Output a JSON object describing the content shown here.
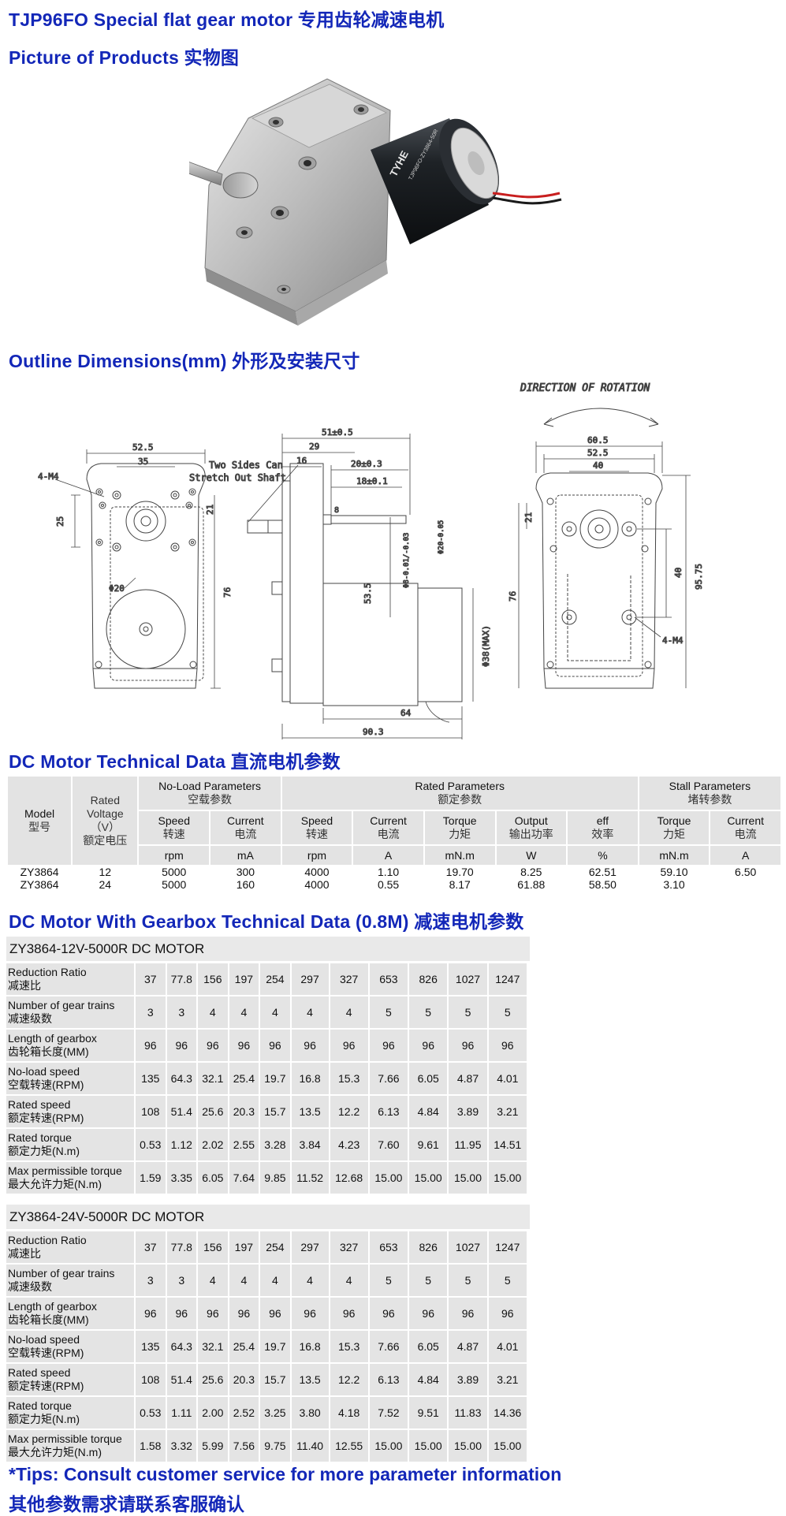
{
  "headings": {
    "title": "TJP96FO Special flat gear motor 专用齿轮减速电机",
    "picture": "Picture of Products 实物图",
    "outline": "Outline Dimensions(mm) 外形及安装尺寸",
    "dc_data": "DC Motor Technical Data 直流电机参数",
    "gear_data": "DC Motor With Gearbox Technical Data (0.8M) 减速电机参数"
  },
  "drawing": {
    "direction_label": "DIRECTION OF ROTATION",
    "note_line1": "Two Sides Can",
    "note_line2": "Stretch Out Shaft",
    "dims": {
      "d52_5": "52.5",
      "d35": "35",
      "d4m4": "4-M4",
      "d25": "25",
      "d21": "21",
      "d76": "76",
      "d20dia": "Φ20",
      "d51_5": "51±0.5",
      "d29": "29",
      "d16": "16",
      "d20_3": "20±0.3",
      "d18_1": "18±0.1",
      "d8": "8",
      "d53_5": "53.5",
      "d8dia": "Φ8-0.01/-0.03",
      "d20dia2": "Φ20-0.05",
      "d38max": "Φ38(MAX)",
      "d64": "64",
      "d90_3": "90.3",
      "d60_5": "60.5",
      "d52_5b": "52.5",
      "d40": "40",
      "d21b": "21",
      "d76b": "76",
      "d40v": "40",
      "d95_75": "95.75",
      "d4m4b": "4-M4"
    }
  },
  "dc_table": {
    "model": "Model",
    "model_cn": "型号",
    "rated_voltage": "Rated",
    "rated_voltage2": "Voltage",
    "rated_voltage3": "（V）",
    "rated_voltage_cn": "额定电压",
    "noload": "No-Load Parameters",
    "noload_cn": "空载参数",
    "rated": "Rated Parameters",
    "rated_cn": "额定参数",
    "stall": "Stall Parameters",
    "stall_cn": "堵转参数",
    "cols": [
      {
        "en": "Speed",
        "cn": "转速",
        "unit": "rpm"
      },
      {
        "en": "Current",
        "cn": "电流",
        "unit": "mA"
      },
      {
        "en": "Speed",
        "cn": "转速",
        "unit": "rpm"
      },
      {
        "en": "Current",
        "cn": "电流",
        "unit": "A"
      },
      {
        "en": "Torque",
        "cn": "力矩",
        "unit": "mN.m"
      },
      {
        "en": "Output",
        "cn": "输出功率",
        "unit": "W"
      },
      {
        "en": "eff",
        "cn": "效率",
        "unit": "%"
      },
      {
        "en": "Torque",
        "cn": "力矩",
        "unit": "mN.m"
      },
      {
        "en": "Current",
        "cn": "电流",
        "unit": "A"
      }
    ],
    "rows": [
      [
        "ZY3864",
        "12",
        "5000",
        "300",
        "4000",
        "1.10",
        "19.70",
        "8.25",
        "62.51",
        "59.10",
        "6.50"
      ],
      [
        "ZY3864",
        "24",
        "5000",
        "160",
        "4000",
        "0.55",
        "8.17",
        "61.88",
        "58.50",
        "3.10"
      ]
    ]
  },
  "gear_tables": [
    {
      "caption": "ZY3864-12V-5000R DC MOTOR",
      "rows": [
        {
          "en": "Reduction Ratio",
          "cn": "减速比",
          "values": [
            "37",
            "77.8",
            "156",
            "197",
            "254",
            "297",
            "327",
            "653",
            "826",
            "1027",
            "1247"
          ]
        },
        {
          "en": "Number of gear trains",
          "cn": "减速级数",
          "values": [
            "3",
            "3",
            "4",
            "4",
            "4",
            "4",
            "4",
            "5",
            "5",
            "5",
            "5"
          ]
        },
        {
          "en": "Length of gearbox",
          "cn": "齿轮箱长度(MM)",
          "values": [
            "96",
            "96",
            "96",
            "96",
            "96",
            "96",
            "96",
            "96",
            "96",
            "96",
            "96"
          ]
        },
        {
          "en": "No-load speed",
          "cn": "空载转速(RPM)",
          "values": [
            "135",
            "64.3",
            "32.1",
            "25.4",
            "19.7",
            "16.8",
            "15.3",
            "7.66",
            "6.05",
            "4.87",
            "4.01"
          ]
        },
        {
          "en": "Rated speed",
          "cn": "额定转速(RPM)",
          "values": [
            "108",
            "51.4",
            "25.6",
            "20.3",
            "15.7",
            "13.5",
            "12.2",
            "6.13",
            "4.84",
            "3.89",
            "3.21"
          ]
        },
        {
          "en": "Rated torque",
          "cn": "额定力矩(N.m)",
          "values": [
            "0.53",
            "1.12",
            "2.02",
            "2.55",
            "3.28",
            "3.84",
            "4.23",
            "7.60",
            "9.61",
            "11.95",
            "14.51"
          ]
        },
        {
          "en": "Max permissible torque",
          "cn": "最大允许力矩(N.m)",
          "values": [
            "1.59",
            "3.35",
            "6.05",
            "7.64",
            "9.85",
            "11.52",
            "12.68",
            "15.00",
            "15.00",
            "15.00",
            "15.00"
          ]
        }
      ]
    },
    {
      "caption": "ZY3864-24V-5000R DC MOTOR",
      "rows": [
        {
          "en": "Reduction Ratio",
          "cn": "减速比",
          "values": [
            "37",
            "77.8",
            "156",
            "197",
            "254",
            "297",
            "327",
            "653",
            "826",
            "1027",
            "1247"
          ]
        },
        {
          "en": "Number of gear trains",
          "cn": "减速级数",
          "values": [
            "3",
            "3",
            "4",
            "4",
            "4",
            "4",
            "4",
            "5",
            "5",
            "5",
            "5"
          ]
        },
        {
          "en": "Length of gearbox",
          "cn": "齿轮箱长度(MM)",
          "values": [
            "96",
            "96",
            "96",
            "96",
            "96",
            "96",
            "96",
            "96",
            "96",
            "96",
            "96"
          ]
        },
        {
          "en": "No-load speed",
          "cn": "空载转速(RPM)",
          "values": [
            "135",
            "64.3",
            "32.1",
            "25.4",
            "19.7",
            "16.8",
            "15.3",
            "7.66",
            "6.05",
            "4.87",
            "4.01"
          ]
        },
        {
          "en": "Rated speed",
          "cn": "额定转速(RPM)",
          "values": [
            "108",
            "51.4",
            "25.6",
            "20.3",
            "15.7",
            "13.5",
            "12.2",
            "6.13",
            "4.84",
            "3.89",
            "3.21"
          ]
        },
        {
          "en": "Rated torque",
          "cn": "额定力矩(N.m)",
          "values": [
            "0.53",
            "1.11",
            "2.00",
            "2.52",
            "3.25",
            "3.80",
            "4.18",
            "7.52",
            "9.51",
            "11.83",
            "14.36"
          ]
        },
        {
          "en": "Max permissible torque",
          "cn": "最大允许力矩(N.m)",
          "values": [
            "1.58",
            "3.32",
            "5.99",
            "7.56",
            "9.75",
            "11.40",
            "12.55",
            "15.00",
            "15.00",
            "15.00",
            "15.00"
          ]
        }
      ]
    }
  ],
  "photo": {
    "brand": "TYHE",
    "model_text": "TJP96FO-ZY3864-50R"
  },
  "tips": {
    "en": "*Tips: Consult customer service for more parameter information",
    "cn": "其他参数需求请联系客服确认"
  }
}
